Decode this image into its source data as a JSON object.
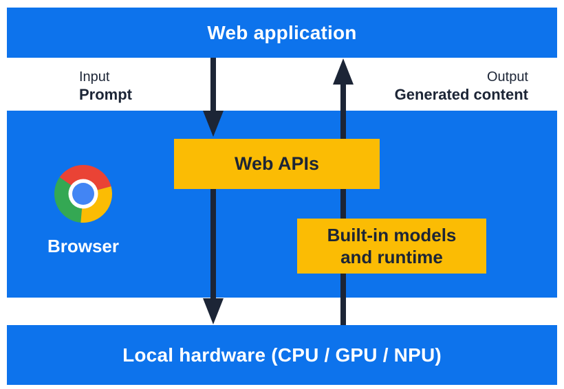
{
  "top_bar": {
    "label": "Web application"
  },
  "io_labels": {
    "input_caption": "Input",
    "input_value": "Prompt",
    "output_caption": "Output",
    "output_value": "Generated content"
  },
  "browser_panel": {
    "browser_label": "Browser",
    "logo_icon": "chrome-logo",
    "web_apis_label": "Web APIs",
    "builtin_line1": "Built-in models",
    "builtin_line2": "and runtime"
  },
  "bottom_bar": {
    "label": "Local hardware (CPU / GPU / NPU)"
  },
  "arrows": [
    {
      "name": "input-flow",
      "direction": "down",
      "from": "Web application",
      "via": "Web APIs",
      "to": "Local hardware (CPU / GPU / NPU)"
    },
    {
      "name": "output-flow",
      "direction": "up",
      "from": "Local hardware (CPU / GPU / NPU)",
      "via": "Built-in models and runtime",
      "to": "Web application"
    }
  ],
  "colors": {
    "panel_blue": "#0d73ec",
    "box_yellow": "#fbbc04",
    "ink_navy": "#1c2536",
    "chrome_red": "#ea4335",
    "chrome_green": "#34a853",
    "chrome_yellow": "#fbbc04",
    "chrome_blue": "#4285f4"
  }
}
